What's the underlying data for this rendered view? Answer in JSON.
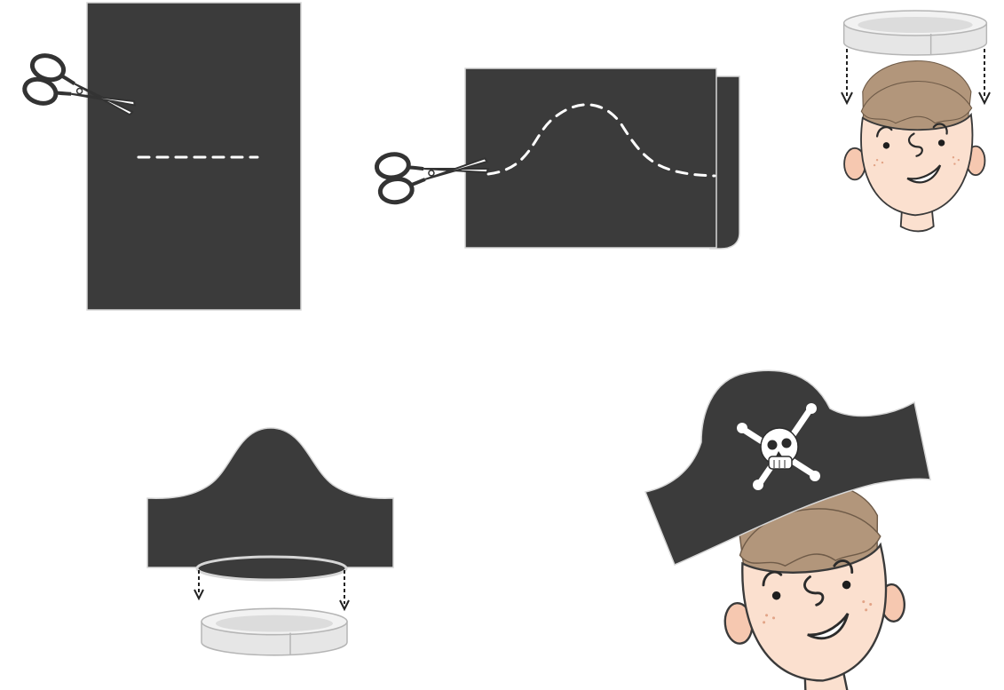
{
  "diagram": {
    "steps": [
      {
        "id": "cut-sheet"
      },
      {
        "id": "cut-folded-curve"
      },
      {
        "id": "measure-head"
      },
      {
        "id": "attach-headband"
      },
      {
        "id": "finished-hat"
      }
    ],
    "colors": {
      "paper": "#3b3b3b",
      "cut_line": "#ffffff",
      "band": "#f2f2f2",
      "skin": "#fbe0cf",
      "hair": "#b2967b"
    },
    "icons": [
      "scissors-icon",
      "down-arrow-icon",
      "skull-crossbones-icon"
    ]
  }
}
